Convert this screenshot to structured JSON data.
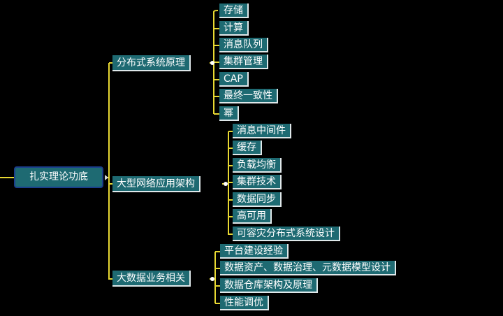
{
  "root": {
    "label": "扎实理论功底"
  },
  "branches": [
    {
      "label": "分布式系统原理",
      "children": [
        "存储",
        "计算",
        "消息队列",
        "集群管理",
        "CAP",
        "最终一致性",
        "幂"
      ]
    },
    {
      "label": "大型网络应用架构",
      "children": [
        "消息中间件",
        "缓存",
        "负载均衡",
        "集群技术",
        "数据同步",
        "高可用",
        "可容灾分布式系统设计"
      ]
    },
    {
      "label": "大数据业务相关",
      "children": [
        "平台建设经验",
        "数据资产、数据治理、元数据模型设计",
        "数据仓库架构及原理",
        "性能调优"
      ]
    }
  ],
  "colors": {
    "node": "#1e6a72",
    "connector": "#e8d832",
    "root_border": "#1b3e8c"
  }
}
